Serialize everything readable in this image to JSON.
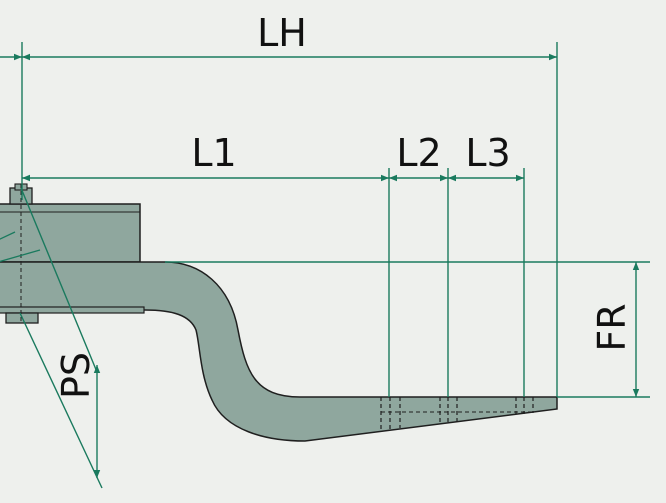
{
  "labels": {
    "overall_length": "LH",
    "length_1": "L1",
    "length_2": "L2",
    "length_3": "L3",
    "frame_rise": "FR",
    "pivot_spacing": "PS"
  },
  "colors": {
    "background": "#eef0ed",
    "arm_fill": "#8fa79e",
    "outline": "#1f1f1f",
    "dimension_line": "#1a7a5e"
  }
}
